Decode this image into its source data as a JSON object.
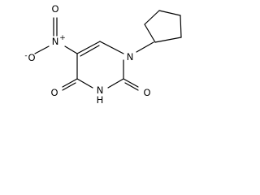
{
  "atoms": {
    "ring_n1": "N",
    "ring_n3": "N",
    "ring_n3_h": "H",
    "nitro_n": "N",
    "nitro_charge": "+",
    "nitro_o_top": "O",
    "nitro_o_left": "O",
    "nitro_o_left_charge": "-",
    "c2_o": "O",
    "c4_o": "O"
  }
}
